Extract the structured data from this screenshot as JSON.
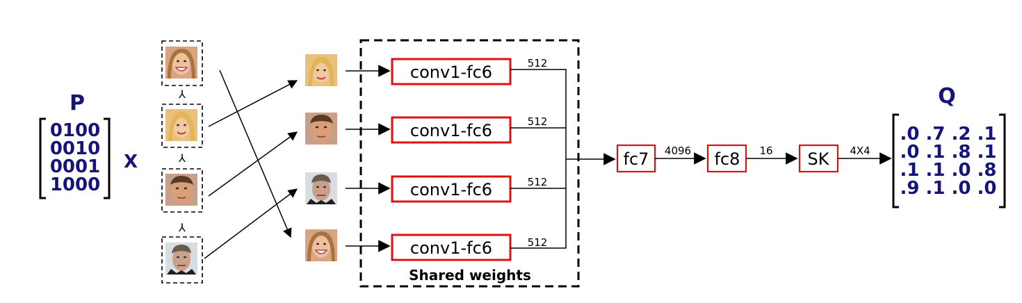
{
  "matrix_p": {
    "label": "P",
    "rows": [
      "0100",
      "0010",
      "0001",
      "1000"
    ]
  },
  "operator": "X",
  "order_symbols": [
    "⅄",
    "⅄",
    "⅄"
  ],
  "blocks": [
    "conv1-fc6",
    "conv1-fc6",
    "conv1-fc6",
    "conv1-fc6"
  ],
  "branch_dims": [
    "512",
    "512",
    "512",
    "512"
  ],
  "shared_label": "Shared weights",
  "head": {
    "fc7": "fc7",
    "dim_fc7": "4096",
    "fc8": "fc8",
    "dim_fc8": "16",
    "sk": "SK",
    "dim_sk": "4X4"
  },
  "matrix_q": {
    "label": "Q",
    "rows": [
      ".0 .7 .2 .1",
      ".0 .1 .8 .1",
      ".1 .1 .0 .8",
      ".9 .1 .0 .0"
    ]
  },
  "faces": {
    "input": [
      "face-woman-smiling",
      "face-woman-blonde",
      "face-man-brown-hair",
      "face-man-grey-hair"
    ],
    "permuted": [
      "face-woman-blonde",
      "face-man-brown-hair",
      "face-man-grey-hair",
      "face-woman-smiling"
    ]
  },
  "colors": {
    "matrix_text": "#14147a",
    "block_border": "#e01010"
  }
}
